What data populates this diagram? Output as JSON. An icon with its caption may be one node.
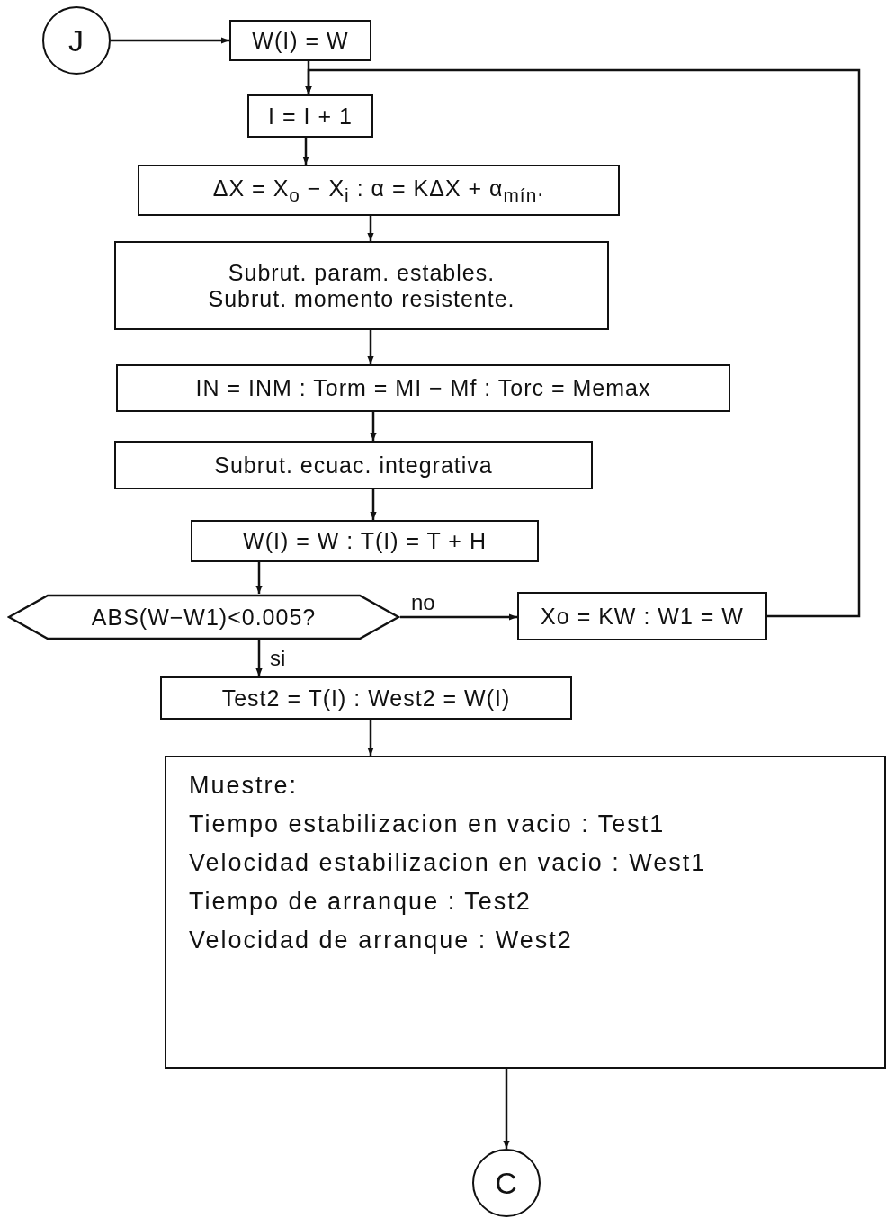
{
  "diagram": {
    "nodes": [
      {
        "text": [
          "J"
        ]
      },
      {
        "text": [
          "W(I) = W"
        ]
      },
      {
        "text": [
          "I = I + 1"
        ]
      },
      {
        "text": [
          "ΔX = X$_{o}$ − X$_{i}$ :  α = KΔX + α$_{mín}$."
        ]
      },
      {
        "text": [
          "Subrut. param. estables.",
          "Subrut. momento resistente."
        ]
      },
      {
        "text": [
          "IN = INM : Torm = MI − Mf : Torc = Memax"
        ]
      },
      {
        "text": [
          "Subrut. ecuac. integrativa"
        ]
      },
      {
        "text": [
          "W(I) = W : T(I) = T + H"
        ]
      },
      {
        "text": [
          "ABS(W−W1)<0.005?"
        ]
      },
      {
        "text": [
          "Xo = KW : W1 = W"
        ]
      },
      {
        "text": [
          "Test2 = T(I) : West2 = W(I)"
        ]
      },
      {
        "text": [
          "Muestre:",
          "Tiempo estabilizacion en vacio : Test1",
          "Velocidad estabilizacion en vacio : West1",
          "Tiempo de arranque : Test2",
          "Velocidad de arranque : West2"
        ]
      },
      {
        "text": [
          "C"
        ]
      }
    ],
    "edges": [
      {
        "from": 0,
        "to": 1,
        "arrow": "to"
      },
      {
        "from": 1,
        "to": 2,
        "arrow": "to"
      },
      {
        "from": 2,
        "to": 3,
        "arrow": "to"
      },
      {
        "from": 3,
        "to": 4,
        "arrow": "to"
      },
      {
        "from": 4,
        "to": 5,
        "arrow": "to"
      },
      {
        "from": 5,
        "to": 6,
        "arrow": "to"
      },
      {
        "from": 6,
        "to": 7,
        "arrow": "to"
      },
      {
        "from": 7,
        "to": 8,
        "arrow": "to"
      },
      {
        "from": 8,
        "to": 9,
        "arrow": "to",
        "label": "no"
      },
      {
        "from": 8,
        "to": 10,
        "arrow": "to",
        "label": "si"
      },
      {
        "from": 9,
        "to": 2,
        "arrow": "to"
      },
      {
        "from": 10,
        "to": 11,
        "arrow": "to"
      },
      {
        "from": 11,
        "to": 12,
        "arrow": "to"
      }
    ]
  }
}
